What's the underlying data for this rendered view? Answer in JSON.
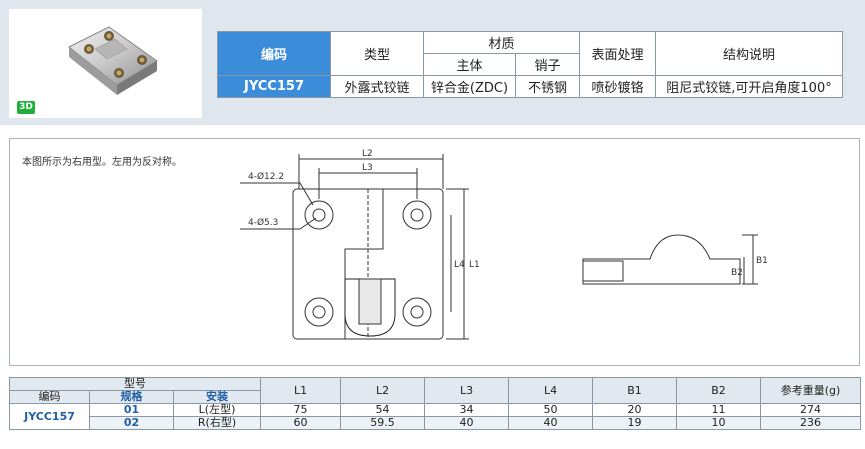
{
  "badge": "3D",
  "spec_table": {
    "h_code": "编码",
    "h_type": "类型",
    "h_material": "材质",
    "h_body": "主体",
    "h_pin": "销子",
    "h_surface": "表面处理",
    "h_structure": "结构说明",
    "row": {
      "code": "JYCC157",
      "type": "外露式铰链",
      "body": "锌合金(ZDC)",
      "pin": "不锈钢",
      "surface": "喷砂镀铬",
      "structure": "阻尼式铰链,可开启角度100°"
    }
  },
  "drawing": {
    "note": "本图所示为右用型。左用为反对称。",
    "labels": {
      "hole_large": "4-Ø12.2",
      "hole_small": "4-Ø5.3",
      "l1": "L1",
      "l2": "L2",
      "l3": "L3",
      "l4": "L4",
      "b1": "B1",
      "b2": "B2"
    }
  },
  "dims_table": {
    "h_model": "型号",
    "h_code": "编码",
    "h_spec": "规格",
    "h_install": "安装",
    "cols": [
      "L1",
      "L2",
      "L3",
      "L4",
      "B1",
      "B2"
    ],
    "h_weight": "参考重量(g)",
    "code": "JYCC157",
    "rows": [
      {
        "spec": "01",
        "install_letter": "L",
        "install_text": "(左型)",
        "values": [
          "75",
          "54",
          "34",
          "50",
          "20",
          "11"
        ],
        "weight": "274"
      },
      {
        "spec": "02",
        "install_letter": "R",
        "install_text": "(右型)",
        "values": [
          "60",
          "59.5",
          "40",
          "40",
          "19",
          "10"
        ],
        "weight": "236"
      }
    ]
  }
}
